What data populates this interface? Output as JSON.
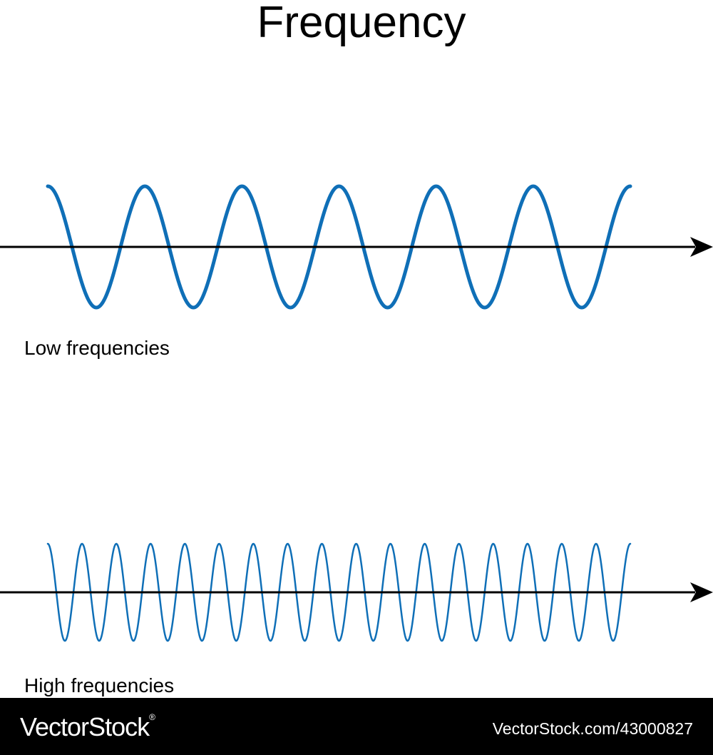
{
  "title": "Frequency",
  "colors": {
    "wave": "#0f6fb7",
    "axis": "#000000",
    "footer_bg": "#000000",
    "footer_text": "#ffffff"
  },
  "panels": [
    {
      "label": "Low frequencies",
      "cycles": 6,
      "thick": true
    },
    {
      "label": "High frequencies",
      "cycles": 17,
      "thick": false
    }
  ],
  "footer": {
    "brand": "VectorStock",
    "registered_mark": "®",
    "image_id": "VectorStock.com/43000827"
  }
}
